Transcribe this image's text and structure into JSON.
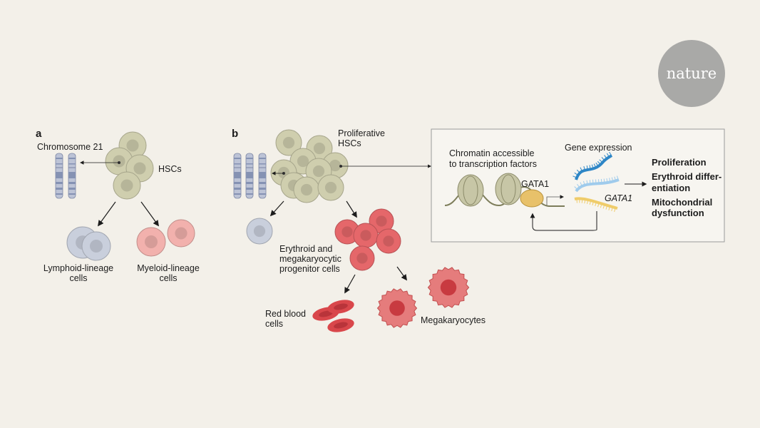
{
  "logo": {
    "text": "nature",
    "color": "#a9a9a7"
  },
  "panel_a": {
    "letter": "a",
    "chromosome_label": "Chromosome 21",
    "hsc_label": "HSCs",
    "lymphoid_label": [
      "Lymphoid-lineage",
      "cells"
    ],
    "myeloid_label": [
      "Myeloid-lineage",
      "cells"
    ]
  },
  "panel_b": {
    "letter": "b",
    "hsc_label": [
      "Proliferative",
      "HSCs"
    ],
    "progenitor_label": [
      "Erythroid and",
      "megakaryocytic",
      "progenitor cells"
    ],
    "rbc_label": [
      "Red blood",
      "cells"
    ],
    "megakaryocyte_label": "Megakaryocytes",
    "inset": {
      "chromatin_label": [
        "Chromatin accessible",
        "to transcription factors"
      ],
      "gata1_protein": "GATA1",
      "gene_expression": "Gene expression",
      "gata1_gene": "GATA1",
      "outcomes": [
        "Proliferation",
        "Erythroid differ-",
        "entiation",
        "Mitochondrial",
        "dysfunction"
      ]
    }
  },
  "colors": {
    "hsc": "#cfceae",
    "lymphoid": "#c9cfdc",
    "myeloid": "#f2b1ad",
    "progenitor": "#e5676a",
    "chromosome": "#8592b3",
    "mrna_dark": "#2e86c6",
    "mrna_light": "#9fcbec",
    "mrna_yellow": "#efcc6a"
  }
}
